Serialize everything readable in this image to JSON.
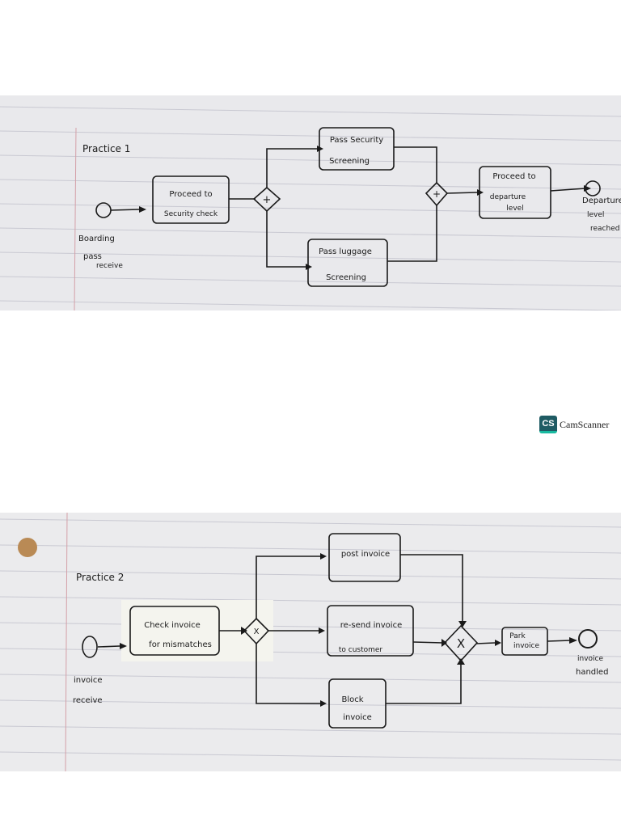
{
  "diagram1": {
    "title": "Practice 1",
    "start_label": [
      "Boarding",
      "pass",
      "receive"
    ],
    "task_security_check": [
      "Proceed to",
      "Security check"
    ],
    "task_security_screening": [
      "Pass Security",
      "Screening"
    ],
    "task_luggage_screening": [
      "Pass luggage",
      "Screening"
    ],
    "task_departure": [
      "Proceed to",
      "departure",
      "level"
    ],
    "end_label": [
      "Departure",
      "level",
      "reached"
    ],
    "gateway_symbol": "+"
  },
  "diagram2": {
    "title": "Practice 2",
    "start_label": [
      "invoice",
      "receive"
    ],
    "task_check": [
      "Check invoice",
      "for mismatches"
    ],
    "task_post": [
      "post invoice"
    ],
    "task_resend": [
      "re-send invoice",
      "to customer"
    ],
    "task_block": [
      "Block",
      "invoice"
    ],
    "task_park": [
      "Park",
      "invoice"
    ],
    "end_label": [
      "invoice",
      "handled"
    ],
    "gateway_symbol": "X"
  },
  "watermark": {
    "logo_text": "CS",
    "brand": "CamScanner",
    "colors": {
      "mark": "#1f5b63",
      "accent": "#19b9a0"
    }
  }
}
